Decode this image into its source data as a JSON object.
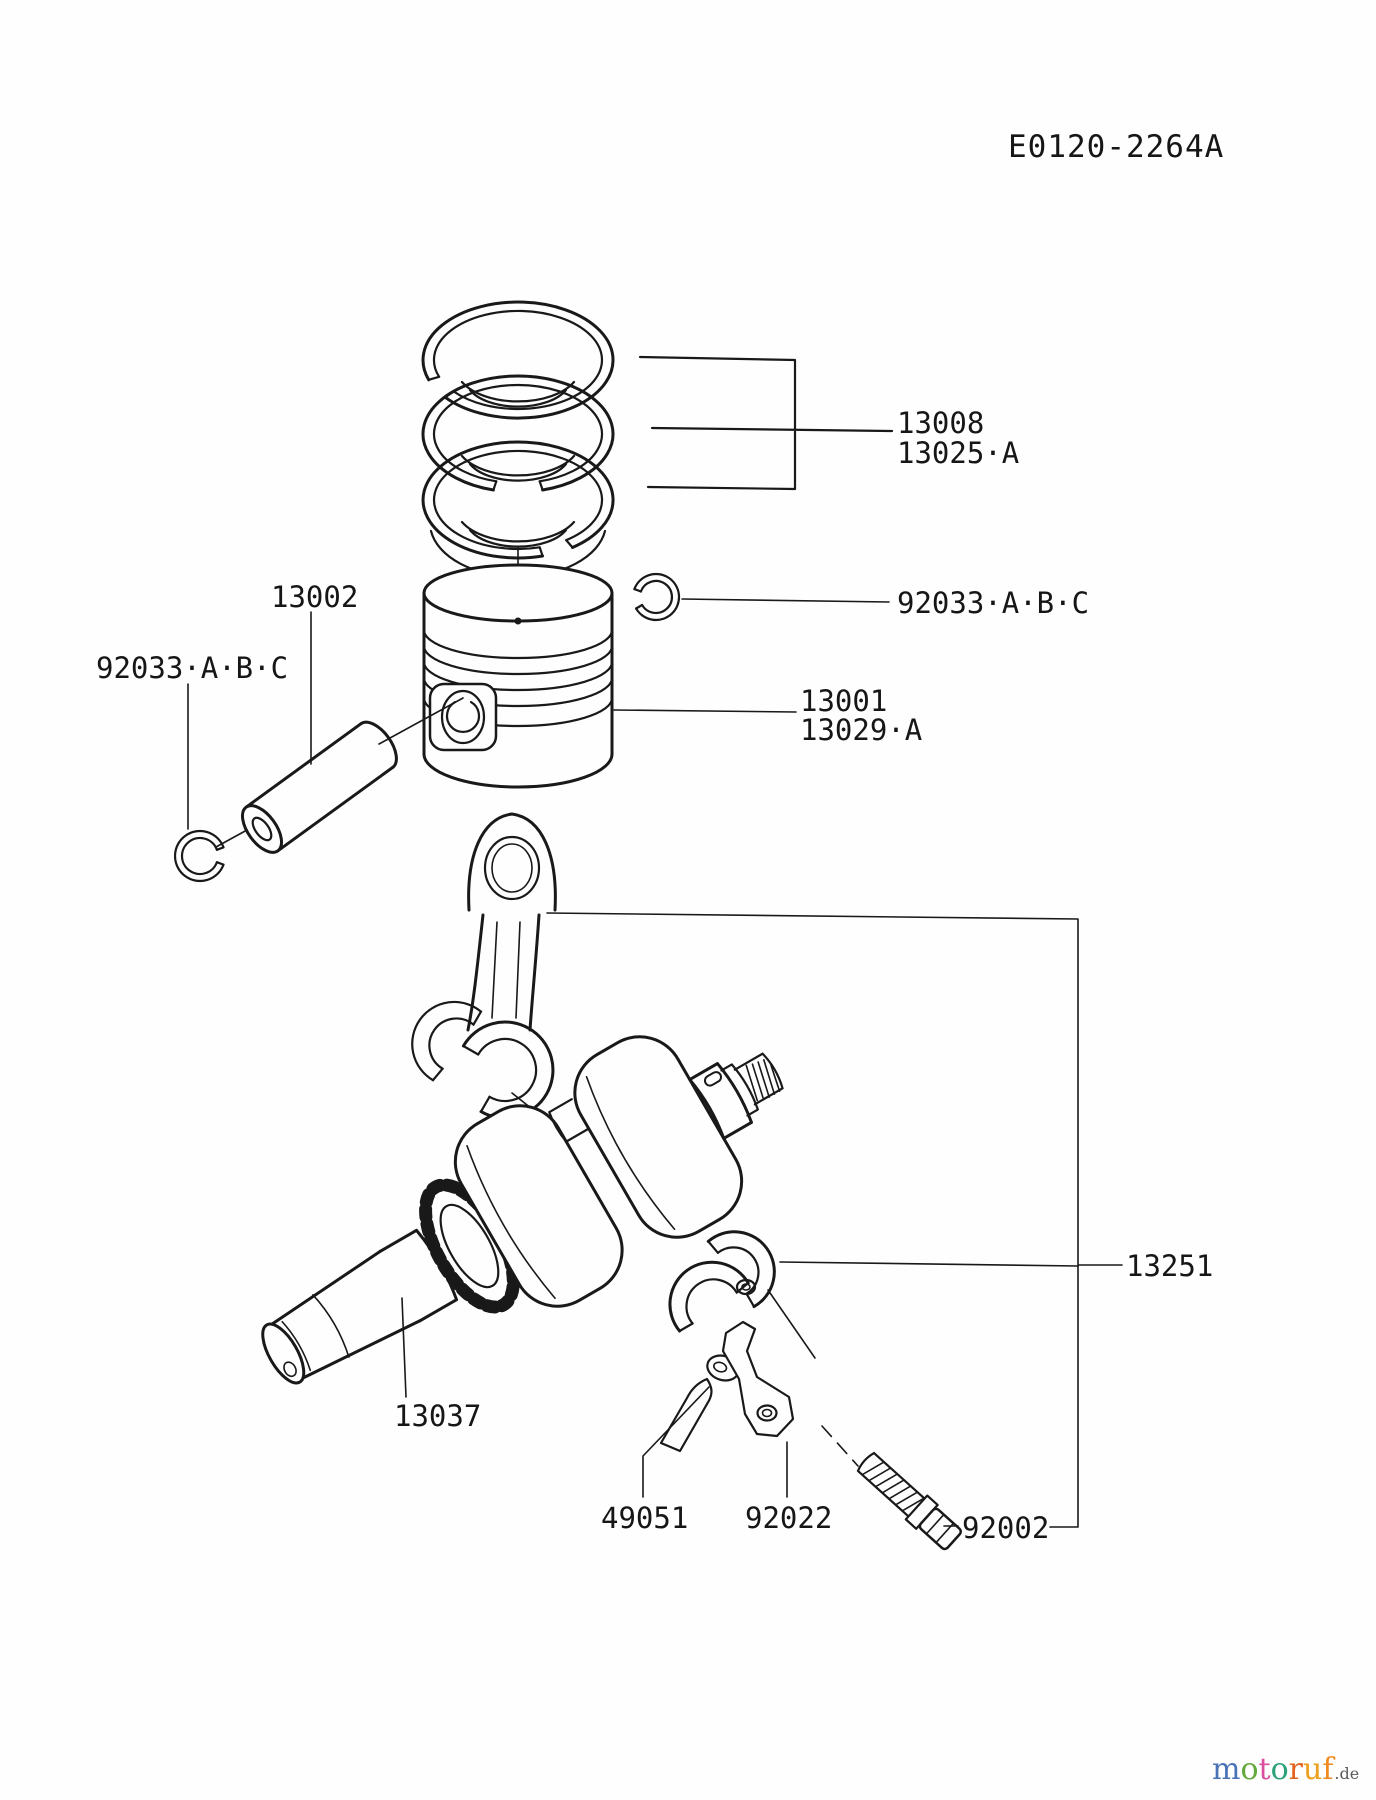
{
  "document": {
    "code": "E0120-2264A"
  },
  "parts_labels": {
    "ring_set_line1": "13008",
    "ring_set_line2": "13025·A",
    "circlip_right": "92033·A·B·C",
    "piston_pin": "13002",
    "circlip_left": "92033·A·B·C",
    "piston_line1": "13001",
    "piston_line2": "13029·A",
    "bearing_cap": "13251",
    "crankshaft": "13037",
    "oil_dipper": "49051",
    "retainer_plate": "92022",
    "bolt": "92002"
  },
  "drawing": {
    "ink_color": "#191919",
    "background_color": "#fdfefd"
  },
  "watermark": {
    "brand_letters": [
      {
        "char": "m",
        "color": "#4a73b7"
      },
      {
        "char": "o",
        "color": "#63a93c"
      },
      {
        "char": "t",
        "color": "#da4f9e"
      },
      {
        "char": "o",
        "color": "#2aa17b"
      },
      {
        "char": "r",
        "color": "#e4641f"
      },
      {
        "char": "u",
        "color": "#eda01e"
      },
      {
        "char": "f",
        "color": "#ee8a1d"
      }
    ],
    "suffix": ".de",
    "suffix_color": "#58595b"
  }
}
